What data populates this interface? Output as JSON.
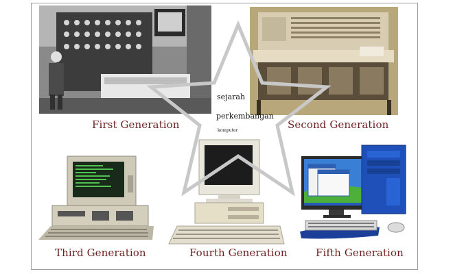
{
  "center_text": {
    "line1": "sejarah",
    "line2": "perkembangan",
    "line3": "komputer"
  },
  "generations": [
    {
      "label": "First Generation"
    },
    {
      "label": "Second Generation"
    },
    {
      "label": "Third Generation"
    },
    {
      "label": "Fourth Generation"
    },
    {
      "label": "Fifth Generation"
    }
  ],
  "colors": {
    "caption": "#6b1f1f",
    "star_outline": "#c8c8c8",
    "frame": "#9a9a9a",
    "tower_blue": "#1f4fb8",
    "xp_sky": "#3a7fd6",
    "xp_grass": "#4caf3a"
  }
}
